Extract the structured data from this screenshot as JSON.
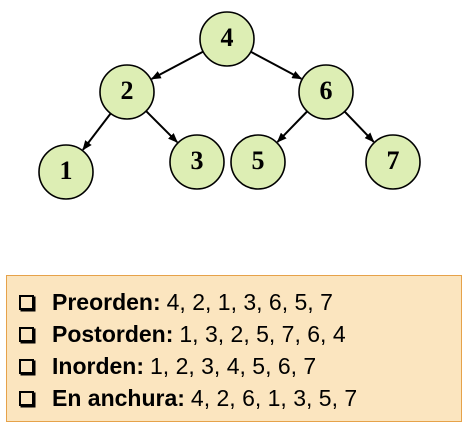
{
  "tree": {
    "nodes": [
      {
        "id": "4",
        "label": "4"
      },
      {
        "id": "2",
        "label": "2"
      },
      {
        "id": "6",
        "label": "6"
      },
      {
        "id": "1",
        "label": "1"
      },
      {
        "id": "3",
        "label": "3"
      },
      {
        "id": "5",
        "label": "5"
      },
      {
        "id": "7",
        "label": "7"
      }
    ],
    "edges": [
      {
        "from": "4",
        "to": "2"
      },
      {
        "from": "4",
        "to": "6"
      },
      {
        "from": "2",
        "to": "1"
      },
      {
        "from": "2",
        "to": "3"
      },
      {
        "from": "6",
        "to": "5"
      },
      {
        "from": "6",
        "to": "7"
      }
    ],
    "node_fill": "#ddeeb4"
  },
  "traversals": [
    {
      "label": "Preorden:",
      "value": "4, 2, 1, 3, 6, 5, 7"
    },
    {
      "label": "Postorden:",
      "value": "1, 3, 2, 5, 7, 6, 4"
    },
    {
      "label": "Inorden:",
      "value": "1, 2, 3, 4, 5, 6, 7"
    },
    {
      "label": "En anchura:",
      "value": "4, 2, 6, 1, 3, 5, 7"
    }
  ],
  "box": {
    "fill": "#fbe5bf",
    "border": "#e6a24a"
  }
}
